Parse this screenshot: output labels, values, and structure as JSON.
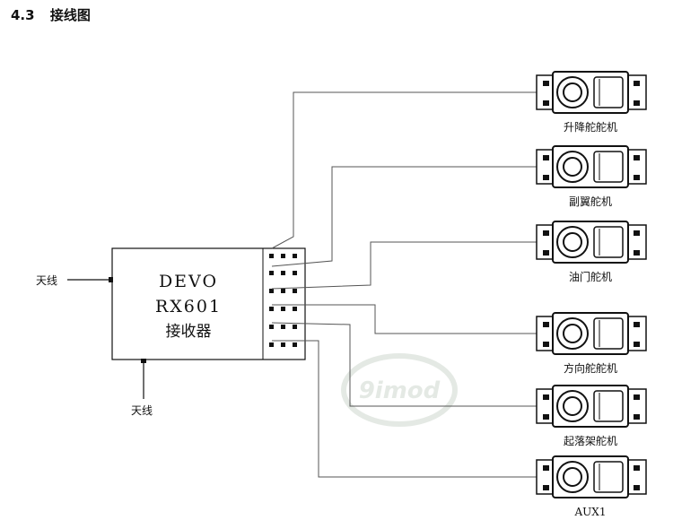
{
  "heading": {
    "number": "4.3",
    "title": "接线图"
  },
  "receiver": {
    "line1": "DEVO",
    "line2": "RX601",
    "line3": "接收器"
  },
  "antenna": {
    "left": "天线",
    "bottom": "天线"
  },
  "servos": [
    {
      "label": "升降舵舵机"
    },
    {
      "label": "副翼舵机"
    },
    {
      "label": "油门舵机"
    },
    {
      "label": "方向舵舵机"
    },
    {
      "label": "起落架舵机"
    },
    {
      "label": "AUX1"
    }
  ],
  "watermark": "9imod",
  "colors": {
    "line": "#555555",
    "ink": "#111111",
    "watermark": "#cfd8cf"
  }
}
